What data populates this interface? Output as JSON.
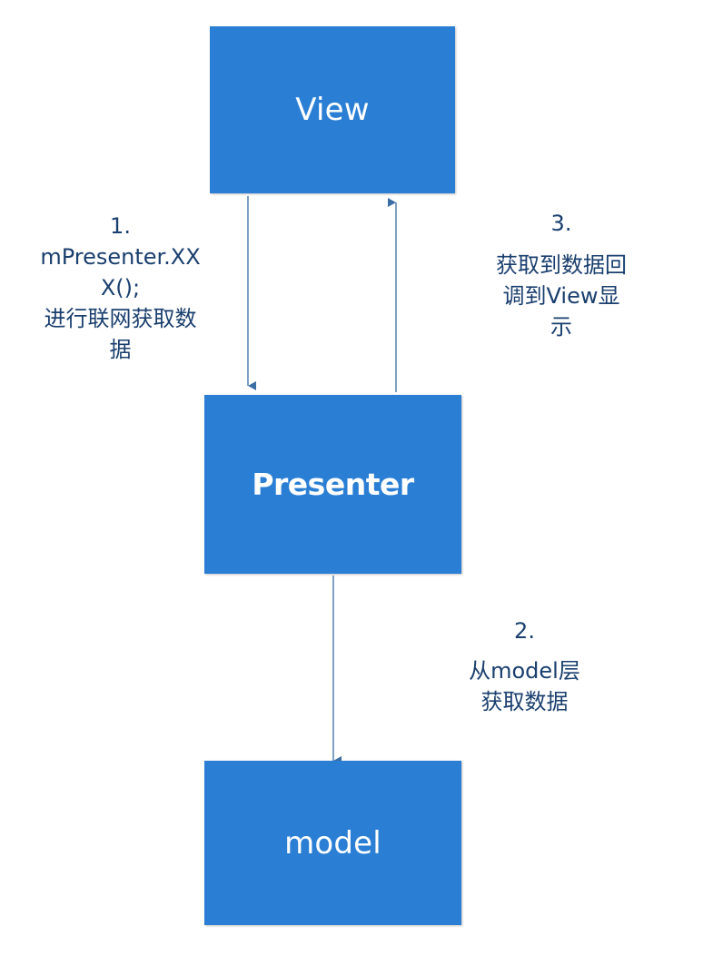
{
  "boxes": {
    "view": "View",
    "presenter": "Presenter",
    "model": "model"
  },
  "notes": {
    "step1": {
      "number": "1.",
      "lines": [
        "mPresenter.XX",
        "X();",
        "进行联网获取数",
        "据"
      ]
    },
    "step3": {
      "number": "3.",
      "lines": [
        "获取到数据回",
        "调到View显",
        "示"
      ]
    },
    "step2": {
      "number": "2.",
      "lines": [
        "从model层",
        "获取数据"
      ]
    }
  },
  "colors": {
    "box_fill": "#2a7fd4",
    "box_text": "#ffffff",
    "note_text": "#1a3f6e",
    "arrow": "#3a6ea5"
  }
}
